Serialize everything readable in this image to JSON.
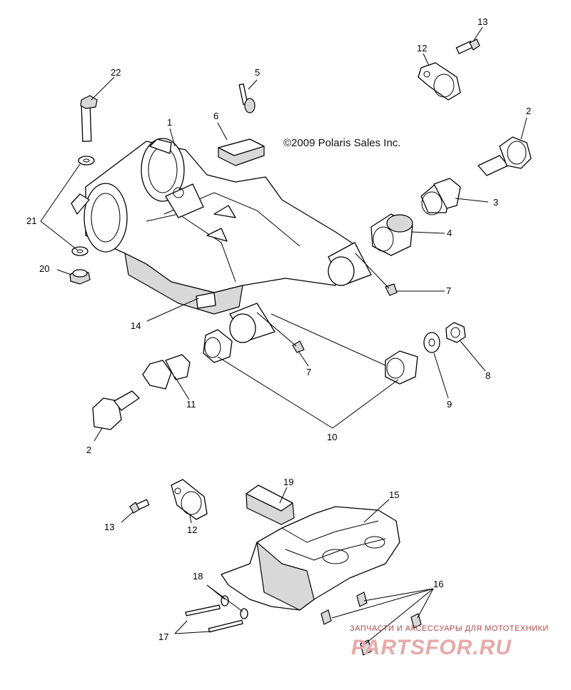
{
  "copyright": "©2009 Polaris Sales Inc.",
  "watermark": {
    "tagline": "ЗАПЧАСТИ И АКСЕССУАРЫ ДЛЯ МОТОТЕХНИКИ",
    "brand": "PARTSFOR.RU"
  },
  "callouts": {
    "c1": "1",
    "c2a": "2",
    "c2b": "2",
    "c3": "3",
    "c4": "4",
    "c5": "5",
    "c6": "6",
    "c7a": "7",
    "c7b": "7",
    "c8": "8",
    "c9": "9",
    "c10": "10",
    "c11": "11",
    "c12a": "12",
    "c12b": "12",
    "c13a": "13",
    "c13b": "13",
    "c14": "14",
    "c15": "15",
    "c16": "16",
    "c17": "17",
    "c18": "18",
    "c19": "19",
    "c20": "20",
    "c21": "21",
    "c22": "22"
  }
}
